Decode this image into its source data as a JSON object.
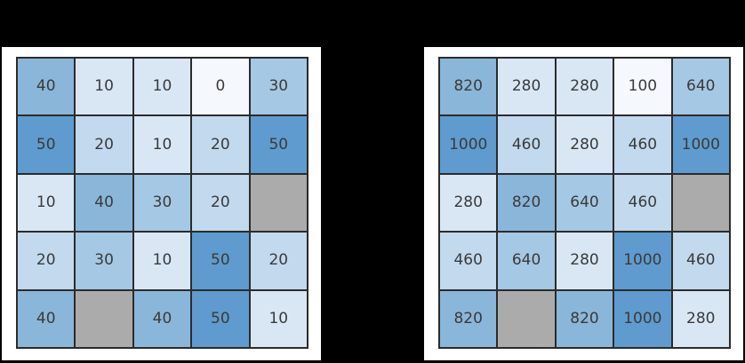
{
  "figure": {
    "background_color": "#000000",
    "panel_background": "#ffffff",
    "grid_line_color": "#2b2b2b",
    "cell_text_color": "#3a3a3a",
    "masked_cell_color": "#ababab"
  },
  "chart_data": [
    {
      "type": "heatmap",
      "name": "left-heatmap",
      "rows": 5,
      "cols": 5,
      "values": [
        [
          40,
          10,
          10,
          0,
          30
        ],
        [
          50,
          20,
          10,
          20,
          50
        ],
        [
          10,
          40,
          30,
          20,
          null
        ],
        [
          20,
          30,
          10,
          50,
          20
        ],
        [
          40,
          null,
          40,
          50,
          10
        ]
      ],
      "value_range": [
        0,
        50
      ],
      "masked_cells": [
        [
          2,
          4
        ],
        [
          4,
          1
        ]
      ],
      "colorscale": "Blues",
      "color_map": {
        "0": "#f5f9fd",
        "10": "#d9e7f5",
        "20": "#c2d9ee",
        "30": "#a5c8e4",
        "40": "#8ab6d9",
        "50": "#5f9bce"
      },
      "masked_color": "#ababab",
      "annotations": "cell values shown as integers",
      "legend": "none",
      "axes": "none"
    },
    {
      "type": "heatmap",
      "name": "right-heatmap",
      "rows": 5,
      "cols": 5,
      "values": [
        [
          820,
          280,
          280,
          100,
          640
        ],
        [
          1000,
          460,
          280,
          460,
          1000
        ],
        [
          280,
          820,
          640,
          460,
          null
        ],
        [
          460,
          640,
          280,
          1000,
          460
        ],
        [
          820,
          null,
          820,
          1000,
          280
        ]
      ],
      "value_range": [
        100,
        1000
      ],
      "masked_cells": [
        [
          2,
          4
        ],
        [
          4,
          1
        ]
      ],
      "colorscale": "Blues",
      "color_map": {
        "100": "#f5f9fd",
        "280": "#d9e7f5",
        "460": "#c2d9ee",
        "640": "#a5c8e4",
        "820": "#8ab6d9",
        "1000": "#5f9bce"
      },
      "masked_color": "#ababab",
      "annotations": "cell values shown as integers",
      "legend": "none",
      "axes": "none"
    }
  ]
}
